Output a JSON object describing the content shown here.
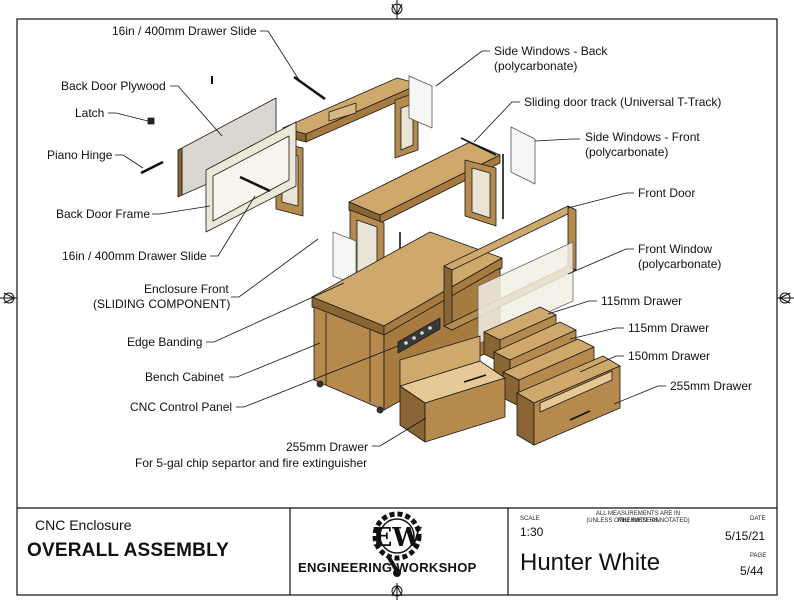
{
  "labels": {
    "drawer_slide_top": "16in / 400mm Drawer Slide",
    "back_door_plywood": "Back Door Plywood",
    "latch": "Latch",
    "piano_hinge": "Piano Hinge",
    "back_door_frame": "Back Door Frame",
    "drawer_slide_bottom": "16in / 400mm Drawer Slide",
    "enclosure_front_1": "Enclosure Front",
    "enclosure_front_2": "(SLIDING COMPONENT)",
    "edge_banding": "Edge Banding",
    "bench_cabinet": "Bench Cabinet",
    "cnc_control_panel": "CNC Control Panel",
    "drawer_255_left_1": "255mm Drawer",
    "drawer_255_left_2": "For 5-gal chip separtor and fire extinguisher",
    "side_windows_back_1": "Side Windows - Back",
    "side_windows_back_2": "(polycarbonate)",
    "sliding_door_track": "Sliding door track (Universal T-Track)",
    "side_windows_front_1": "Side Windows - Front",
    "side_windows_front_2": "(polycarbonate)",
    "front_door": "Front Door",
    "front_window_1": "Front Window",
    "front_window_2": "(polycarbonate)",
    "drawer_115_a": "115mm Drawer",
    "drawer_115_b": "115mm Drawer",
    "drawer_150": "150mm Drawer",
    "drawer_255_right": "255mm Drawer"
  },
  "title_block": {
    "project": "CNC Enclosure",
    "title": "OVERALL ASSEMBLY",
    "logo_letters": "EW",
    "company": "ENGINEERING WORKSHOP",
    "scale_label": "SCALE",
    "scale_value": "1:30",
    "note_line1": "ALL MEASUREMENTS ARE IN MILLIMETERS",
    "note_line2": "(UNLESS OTHERWISE ANNOTATED)",
    "author": "Hunter White",
    "date_label": "DATE",
    "date_value": "5/15/21",
    "page_label": "PAGE",
    "page_value": "5/44"
  },
  "colors": {
    "wood": "#b58a4c",
    "wood_light": "#cfa86b",
    "wood_dark": "#8a6534",
    "plywood": "#e6e2d6",
    "panel_dark": "#3a3a3a",
    "glass": "#f4f4f2",
    "line": "#111111"
  }
}
